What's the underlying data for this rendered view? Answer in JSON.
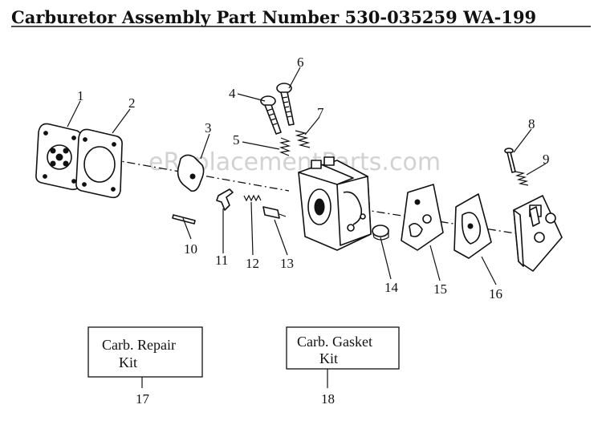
{
  "title": "Carburetor Assembly Part Number 530-035259 WA-199",
  "watermark": "eReplacementParts.com",
  "callouts": [
    "1",
    "2",
    "3",
    "4",
    "5",
    "6",
    "7",
    "8",
    "9",
    "10",
    "11",
    "12",
    "13",
    "14",
    "15",
    "16",
    "17",
    "18"
  ],
  "kits": {
    "repair": {
      "line1": "Carb. Repair",
      "line2": "Kit"
    },
    "gasket": {
      "line1": "Carb. Gasket",
      "line2": "Kit"
    }
  },
  "colors": {
    "ink": "#111111",
    "watermark": "#d2d2d2",
    "background": "#ffffff"
  }
}
